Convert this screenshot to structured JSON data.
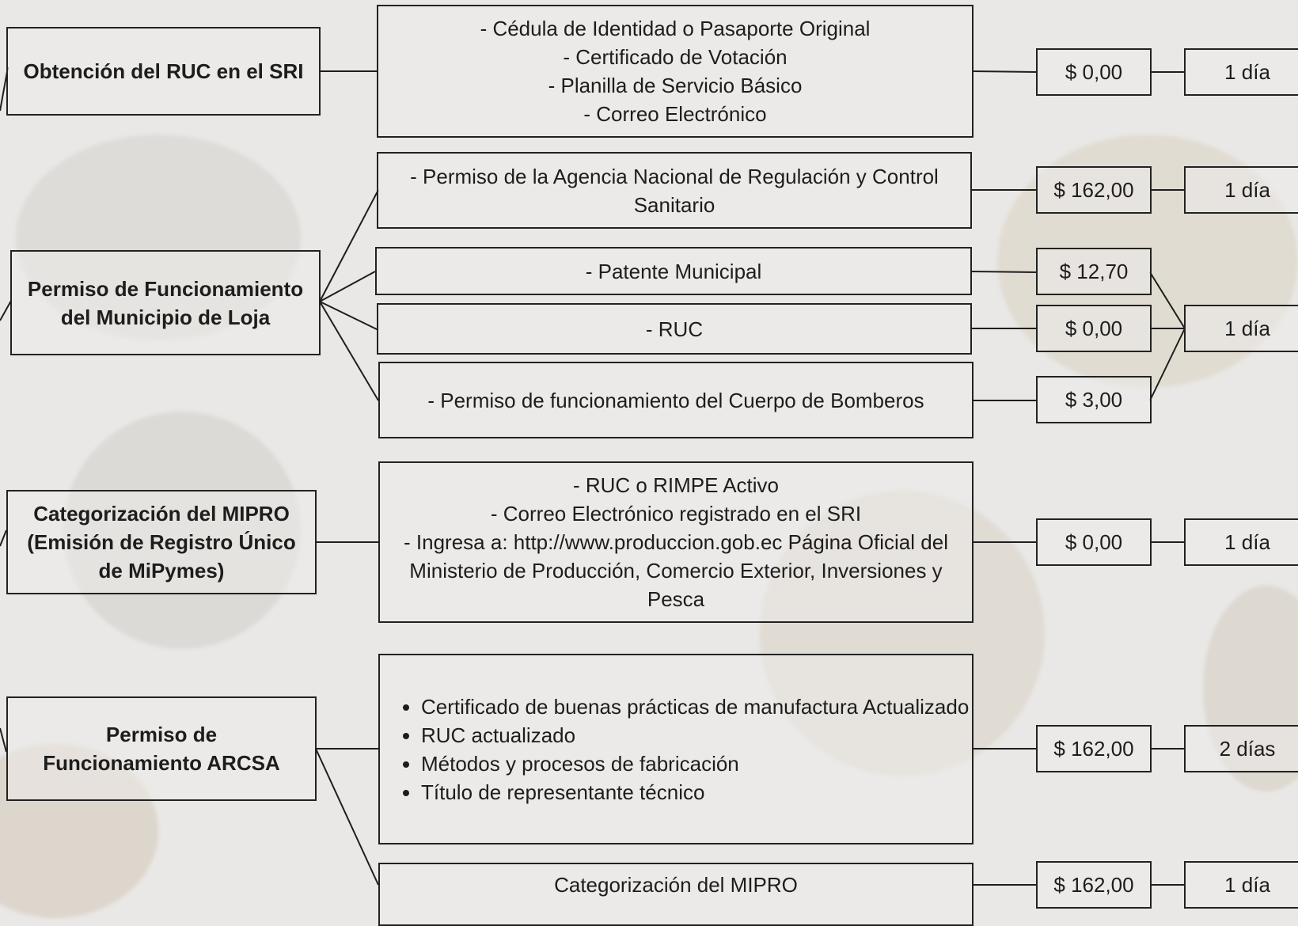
{
  "procedures": [
    {
      "name": "Obtención del RUC en el SRI",
      "requirements": [
        "- Cédula de Identidad o Pasaporte Original",
        "- Certificado de Votación",
        "- Planilla de Servicio Básico",
        "- Correo Electrónico"
      ],
      "cost": "$ 0,00",
      "time": "1 día"
    },
    {
      "name": "Permiso  de Funcionamiento del Municipio de Loja",
      "requirements": [
        {
          "text": "- Permiso de la Agencia Nacional de Regulación y Control Sanitario",
          "cost": "$ 162,00",
          "time": "1 día"
        },
        {
          "text": "- Patente Municipal",
          "cost": "$ 12,70"
        },
        {
          "text": "- RUC",
          "cost": "$ 0,00"
        },
        {
          "text": "- Permiso de funcionamiento del Cuerpo de Bomberos",
          "cost": "$ 3,00"
        }
      ],
      "shared_time": "1 día"
    },
    {
      "name": "Categorización del MIPRO (Emisión de Registro Único de MiPymes)",
      "requirements": [
        "- RUC o RIMPE Activo",
        "- Correo Electrónico registrado en el SRI",
        "- Ingresa a: http://www.produccion.gob.ec Página Oficial del Ministerio de Producción, Comercio Exterior, Inversiones y Pesca"
      ],
      "cost": "$ 0,00",
      "time": "1 día"
    },
    {
      "name": "Permiso de Funcionamiento ARCSA",
      "requirements_bullets": [
        "Certificado de buenas prácticas de manufactura Actualizado",
        "RUC actualizado",
        "Métodos y procesos de fabricación",
        "Título de representante técnico"
      ],
      "cost": "$ 162,00",
      "time": "2 días",
      "extra": {
        "text": "Categorización del MIPRO",
        "cost": "$ 162,00",
        "time": "1 día"
      }
    }
  ]
}
